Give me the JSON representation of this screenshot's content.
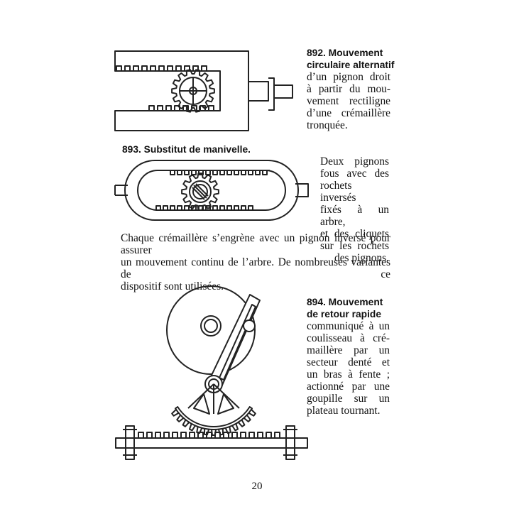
{
  "entries": [
    {
      "heading": [
        "892. Mouvement",
        "circulaire alternatif"
      ],
      "body": [
        "d’un pignon droit",
        "à partir du mou-",
        "vement rectiligne",
        "d’une crémaillère",
        "tronquée."
      ]
    },
    {
      "heading": [
        "893. Substitut de manivelle."
      ],
      "body_side": [
        "Deux pignons",
        "fous avec des",
        "rochets inversés",
        "fixés à un arbre,",
        "et des cliquets",
        "sur les rochets",
        "des pignons."
      ],
      "body_full": [
        "Chaque crémaillère s’engrène avec un pignon inversé pour assurer",
        "un mouvement continu de l’arbre. De nombreuses variantes de ce",
        "dispositif sont utilisées."
      ]
    },
    {
      "heading": [
        "894. Mouvement",
        "de retour rapide"
      ],
      "body": [
        "communiqué à un",
        "coulisseau à cré-",
        "maillère par un",
        "secteur denté et",
        "un bras à fente ;",
        "actionné par une",
        "goupille sur un",
        "plateau tournant."
      ]
    }
  ],
  "page_number": "20"
}
